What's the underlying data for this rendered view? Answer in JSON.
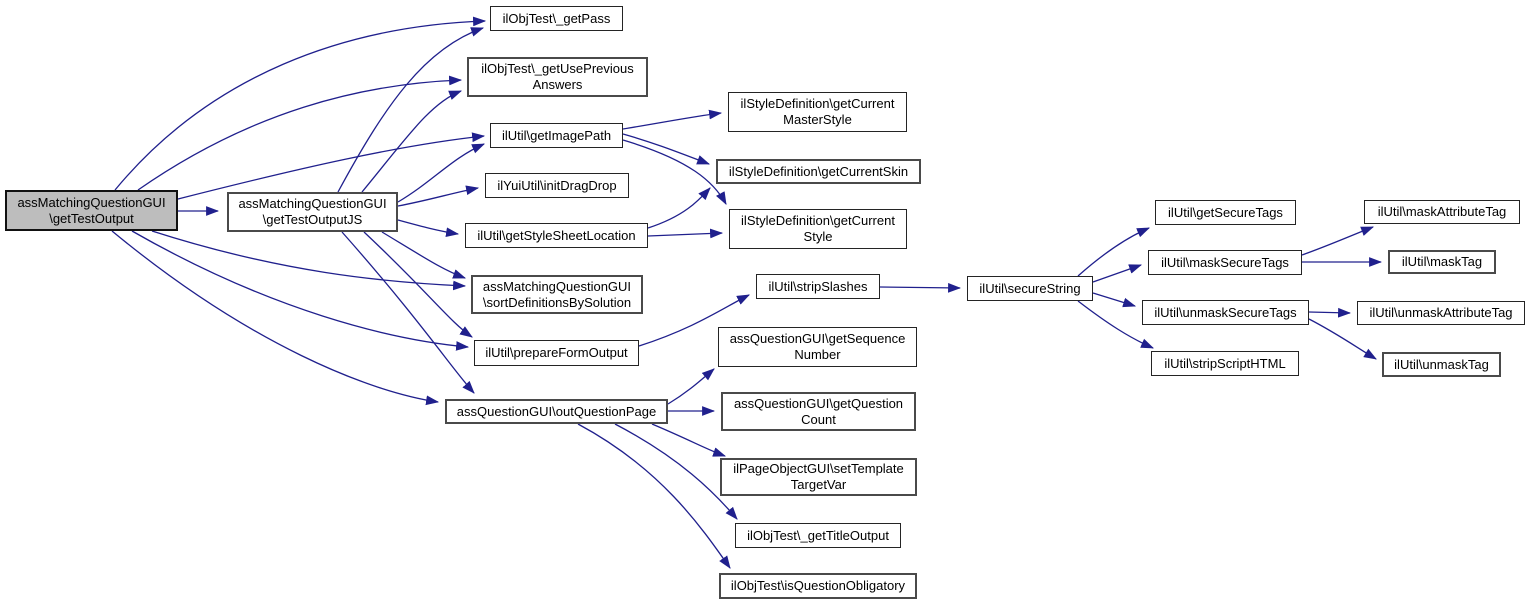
{
  "diagram": {
    "type": "call-graph",
    "edge_color": "#20208d",
    "node_border_color": "#242424",
    "highlight_fill": "#bdbdbd",
    "nodes": {
      "getTestOutput": {
        "label": "assMatchingQuestionGUI\n\\getTestOutput",
        "highlighted": true
      },
      "getTestOutputJS": {
        "label": "assMatchingQuestionGUI\n\\getTestOutputJS"
      },
      "getPass": {
        "label": "ilObjTest\\_getPass"
      },
      "getUsePreviousAnswers": {
        "label": "ilObjTest\\_getUsePrevious\nAnswers"
      },
      "getImagePath": {
        "label": "ilUtil\\getImagePath"
      },
      "initDragDrop": {
        "label": "ilYuiUtil\\initDragDrop"
      },
      "getStyleSheetLocation": {
        "label": "ilUtil\\getStyleSheetLocation"
      },
      "getCurrentMasterStyle": {
        "label": "ilStyleDefinition\\getCurrent\nMasterStyle"
      },
      "getCurrentSkin": {
        "label": "ilStyleDefinition\\getCurrentSkin"
      },
      "getCurrentStyle": {
        "label": "ilStyleDefinition\\getCurrent\nStyle"
      },
      "sortDefinitionsBySolution": {
        "label": "assMatchingQuestionGUI\n\\sortDefinitionsBySolution"
      },
      "prepareFormOutput": {
        "label": "ilUtil\\prepareFormOutput"
      },
      "outQuestionPage": {
        "label": "assQuestionGUI\\outQuestionPage"
      },
      "stripSlashes": {
        "label": "ilUtil\\stripSlashes"
      },
      "getSequenceNumber": {
        "label": "assQuestionGUI\\getSequence\nNumber"
      },
      "getQuestionCount": {
        "label": "assQuestionGUI\\getQuestion\nCount"
      },
      "setTemplateTargetVar": {
        "label": "ilPageObjectGUI\\setTemplate\nTargetVar"
      },
      "getTitleOutput": {
        "label": "ilObjTest\\_getTitleOutput"
      },
      "isQuestionObligatory": {
        "label": "ilObjTest\\isQuestionObligatory"
      },
      "secureString": {
        "label": "ilUtil\\secureString"
      },
      "getSecureTags": {
        "label": "ilUtil\\getSecureTags"
      },
      "maskSecureTags": {
        "label": "ilUtil\\maskSecureTags"
      },
      "unmaskSecureTags": {
        "label": "ilUtil\\unmaskSecureTags"
      },
      "stripScriptHTML": {
        "label": "ilUtil\\stripScriptHTML"
      },
      "maskAttributeTag": {
        "label": "ilUtil\\maskAttributeTag"
      },
      "maskTag": {
        "label": "ilUtil\\maskTag"
      },
      "unmaskAttributeTag": {
        "label": "ilUtil\\unmaskAttributeTag"
      },
      "unmaskTag": {
        "label": "ilUtil\\unmaskTag"
      }
    },
    "edges": [
      [
        "getTestOutput",
        "getTestOutputJS"
      ],
      [
        "getTestOutput",
        "getPass"
      ],
      [
        "getTestOutput",
        "getUsePreviousAnswers"
      ],
      [
        "getTestOutput",
        "getImagePath"
      ],
      [
        "getTestOutput",
        "sortDefinitionsBySolution"
      ],
      [
        "getTestOutput",
        "prepareFormOutput"
      ],
      [
        "getTestOutput",
        "outQuestionPage"
      ],
      [
        "getTestOutputJS",
        "getPass"
      ],
      [
        "getTestOutputJS",
        "getUsePreviousAnswers"
      ],
      [
        "getTestOutputJS",
        "getImagePath"
      ],
      [
        "getTestOutputJS",
        "initDragDrop"
      ],
      [
        "getTestOutputJS",
        "getStyleSheetLocation"
      ],
      [
        "getTestOutputJS",
        "sortDefinitionsBySolution"
      ],
      [
        "getTestOutputJS",
        "prepareFormOutput"
      ],
      [
        "getTestOutputJS",
        "outQuestionPage"
      ],
      [
        "getImagePath",
        "getCurrentMasterStyle"
      ],
      [
        "getImagePath",
        "getCurrentSkin"
      ],
      [
        "getImagePath",
        "getCurrentStyle"
      ],
      [
        "getStyleSheetLocation",
        "getCurrentSkin"
      ],
      [
        "getStyleSheetLocation",
        "getCurrentStyle"
      ],
      [
        "prepareFormOutput",
        "stripSlashes"
      ],
      [
        "stripSlashes",
        "secureString"
      ],
      [
        "secureString",
        "getSecureTags"
      ],
      [
        "secureString",
        "maskSecureTags"
      ],
      [
        "secureString",
        "unmaskSecureTags"
      ],
      [
        "secureString",
        "stripScriptHTML"
      ],
      [
        "maskSecureTags",
        "maskAttributeTag"
      ],
      [
        "maskSecureTags",
        "maskTag"
      ],
      [
        "unmaskSecureTags",
        "unmaskAttributeTag"
      ],
      [
        "unmaskSecureTags",
        "unmaskTag"
      ],
      [
        "outQuestionPage",
        "getSequenceNumber"
      ],
      [
        "outQuestionPage",
        "getQuestionCount"
      ],
      [
        "outQuestionPage",
        "setTemplateTargetVar"
      ],
      [
        "outQuestionPage",
        "getTitleOutput"
      ],
      [
        "outQuestionPage",
        "isQuestionObligatory"
      ]
    ]
  }
}
